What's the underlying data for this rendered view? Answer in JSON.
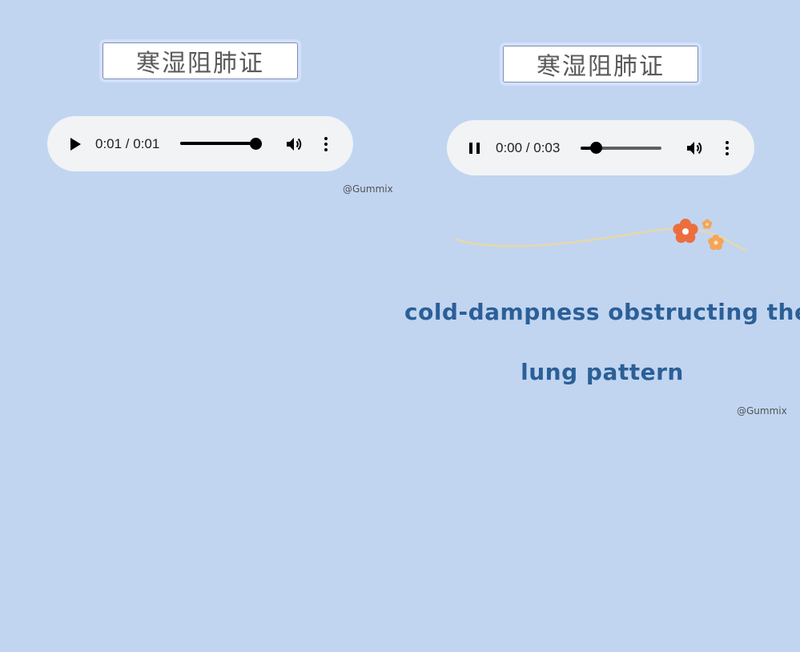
{
  "left_panel": {
    "title": "寒湿阻肺证",
    "player": {
      "state": "paused",
      "time_display": "0:01 / 0:01",
      "progress": 1.0,
      "play_icon": "play-icon",
      "volume_icon": "volume-icon",
      "more_icon": "more-vert-icon"
    },
    "watermark": "@Gummix"
  },
  "right_panel": {
    "title": "寒湿阻肺证",
    "player": {
      "state": "playing",
      "time_display": "0:00 / 0:03",
      "progress": 0.2,
      "pause_icon": "pause-icon",
      "volume_icon": "volume-icon",
      "more_icon": "more-vert-icon"
    },
    "decoration": "flower-vine-icon",
    "caption_line1": "cold-dampness obstructing the",
    "caption_line2": "lung pattern",
    "watermark": "@Gummix"
  },
  "colors": {
    "background": "#c1d5f1",
    "player_bg": "#f1f3f4",
    "caption": "#2b5f97",
    "flower_primary": "#ec6e3e",
    "flower_secondary": "#f4a55a"
  }
}
